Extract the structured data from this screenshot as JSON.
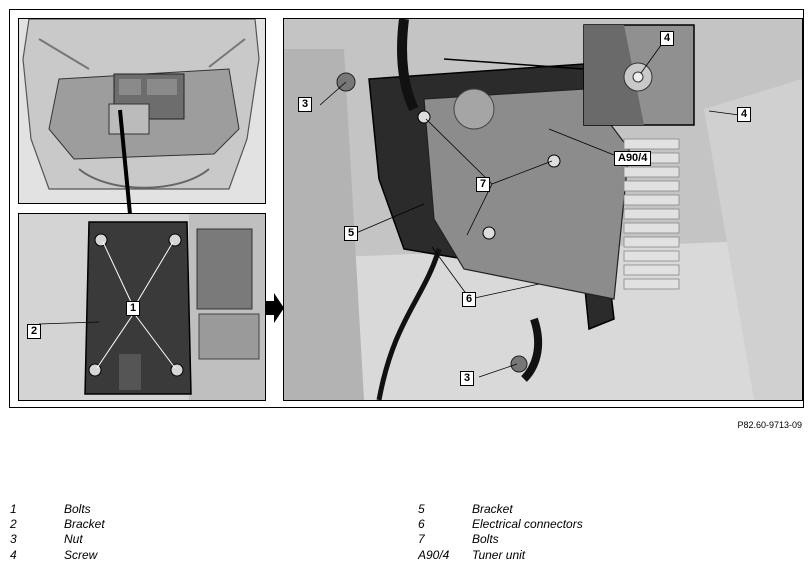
{
  "figure": {
    "code": "P82.60-9713-09",
    "callouts": {
      "tray_1": "1",
      "tray_2": "2",
      "main_3_top": "3",
      "main_3_bottom": "3",
      "main_4_inset": "4",
      "main_4_right": "4",
      "main_5": "5",
      "main_6": "6",
      "main_7": "7",
      "main_a904": "A90/4"
    }
  },
  "legend": {
    "left": [
      {
        "num": "1",
        "desc": "Bolts"
      },
      {
        "num": "2",
        "desc": "Bracket"
      },
      {
        "num": "3",
        "desc": "Nut"
      },
      {
        "num": "4",
        "desc": "Screw"
      }
    ],
    "right": [
      {
        "num": "5",
        "desc": "Bracket"
      },
      {
        "num": "6",
        "desc": "Electrical connectors"
      },
      {
        "num": "7",
        "desc": "Bolts"
      },
      {
        "num": "A90/4",
        "desc": "Tuner unit"
      }
    ]
  }
}
